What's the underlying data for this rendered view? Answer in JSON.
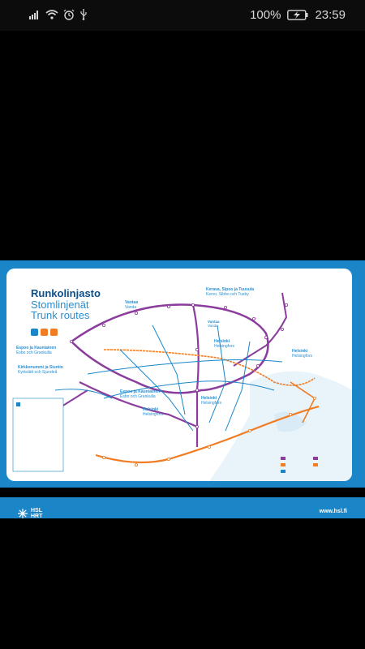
{
  "status_bar": {
    "battery_percent": "100%",
    "time": "23:59",
    "icons": [
      "signal-icon",
      "wifi-icon",
      "alarm-icon",
      "usb-icon",
      "battery-charging-icon"
    ]
  },
  "map": {
    "title": "Runkolinjasto",
    "subtitle_sv": "Stomlinjenät",
    "subtitle_en": "Trunk routes",
    "regions": {
      "vantaa": "Vantaa",
      "vantaa_sv": "Vanda",
      "vantaa2": "Vantaa",
      "vantaa2_sv": "Vanda",
      "kerava": "Kerava, Sipoo ja Tuusula",
      "kerava_sv": "Kervo, Sibbo och Tusby",
      "espoo1": "Espoo ja Kauniainen",
      "espoo1_sv": "Esbo och Grankulla",
      "kirkkonummi": "Kirkkonummi ja Siuntio",
      "kirkkonummi_sv": "Kyrkslätt och Sjundeå",
      "espoo2": "Espoo ja Kauniainen",
      "espoo2_sv": "Esbo och Grankulla",
      "helsinki1": "Helsinki",
      "helsinki1_sv": "Helsingfors",
      "helsinki2": "Helsinki",
      "helsinki2_sv": "Helsingfors",
      "helsinki3": "Helsinki",
      "helsinki3_sv": "Helsingfors",
      "helsinki4": "Helsinki",
      "helsinki4_sv": "Helsingfors"
    },
    "footer": {
      "logo_text": "HSL",
      "logo_sub": "HRT",
      "url": "www.hsl.fi"
    },
    "colors": {
      "metro_orange": "#f07c24",
      "train_purple": "#8c3c9c",
      "bus_blue": "#1a86c8",
      "title_blue": "#0a4f8c"
    }
  }
}
